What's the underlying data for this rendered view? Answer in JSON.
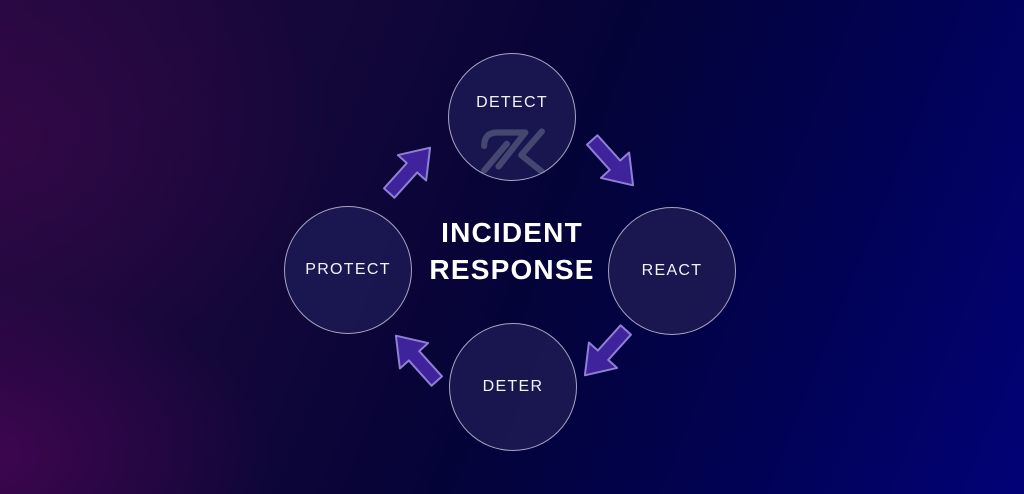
{
  "diagram": {
    "title": {
      "line1": "INCIDENT",
      "line2": "RESPONSE"
    },
    "nodes": [
      {
        "id": "detect",
        "label": "DETECT",
        "position": "top"
      },
      {
        "id": "react",
        "label": "REACT",
        "position": "right"
      },
      {
        "id": "deter",
        "label": "DETER",
        "position": "bottom"
      },
      {
        "id": "protect",
        "label": "PROTECT",
        "position": "left"
      }
    ],
    "flow": [
      {
        "from": "DETECT",
        "to": "REACT",
        "direction": "down-right"
      },
      {
        "from": "REACT",
        "to": "DETER",
        "direction": "down-left"
      },
      {
        "from": "DETER",
        "to": "PROTECT",
        "direction": "up-left"
      },
      {
        "from": "PROTECT",
        "to": "DETECT",
        "direction": "up-right"
      }
    ],
    "watermark": {
      "name": "RK logo watermark"
    },
    "colors": {
      "arrow_fill": "#3e239c",
      "arrow_outline": "#8f80d2",
      "node_fill": "#1b1851",
      "node_border": "#cecce2",
      "title_text": "#ffffff",
      "node_text": "#f2f2f7",
      "bg_top_left": "#23053d",
      "bg_bottom_left": "#3d0347",
      "bg_top_right": "#010038",
      "bg_bottom_right": "#00016e"
    }
  }
}
